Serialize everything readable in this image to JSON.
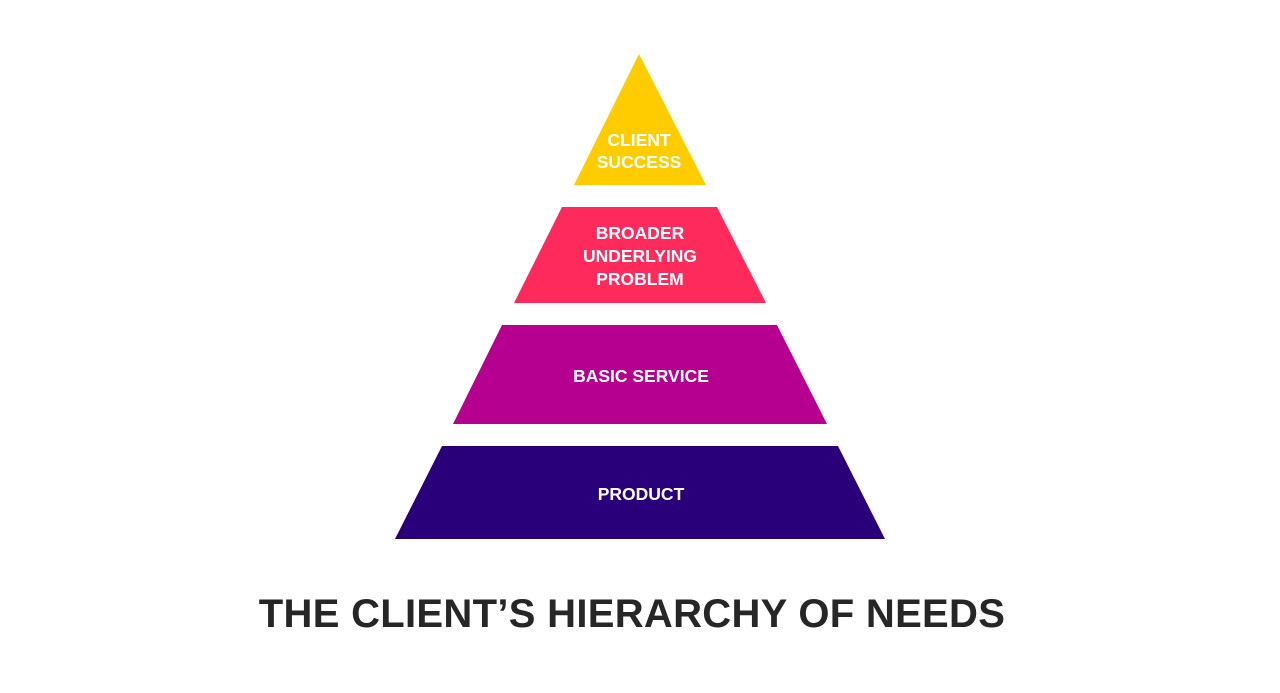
{
  "title": "THE CLIENT’S HIERARCHY OF NEEDS",
  "tiers": [
    {
      "lines": [
        "CLIENT",
        "SUCCESS"
      ],
      "color": "#FFCC00"
    },
    {
      "lines": [
        "BROADER",
        "UNDERLYING",
        "PROBLEM"
      ],
      "color": "#FF2A5C"
    },
    {
      "lines": [
        "BASIC SERVICE"
      ],
      "color": "#B6008F"
    },
    {
      "lines": [
        "PRODUCT"
      ],
      "color": "#2A007A"
    }
  ]
}
